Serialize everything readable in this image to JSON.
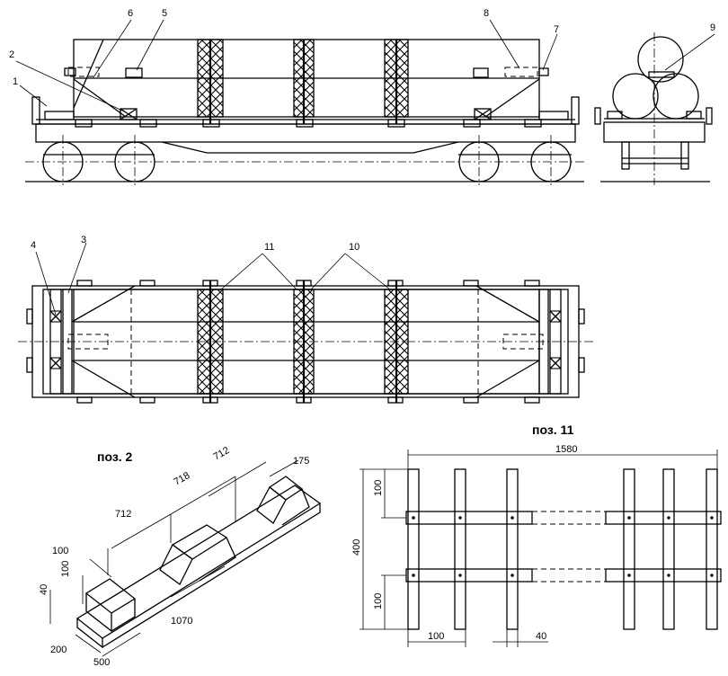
{
  "callouts": [
    "1",
    "2",
    "3",
    "4",
    "5",
    "6",
    "7",
    "8",
    "9",
    "10",
    "11"
  ],
  "pos2": {
    "title": "поз. 2",
    "dims": [
      "712",
      "718",
      "712",
      "175",
      "100",
      "100",
      "40",
      "1070",
      "200",
      "500"
    ]
  },
  "pos11": {
    "title": "поз. 11",
    "dims": [
      "1580",
      "100",
      "400",
      "100",
      "100",
      "40"
    ]
  }
}
